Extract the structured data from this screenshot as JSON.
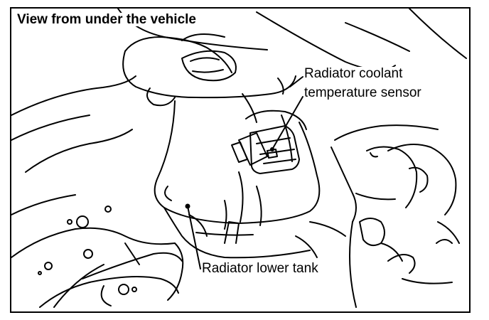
{
  "figure": {
    "title": "View from under the vehicle",
    "callouts": {
      "sensor_line1": "Radiator coolant",
      "sensor_line2": "temperature sensor",
      "tank": "Radiator lower tank"
    }
  },
  "colors": {
    "ink": "#000000",
    "paper": "#ffffff"
  }
}
